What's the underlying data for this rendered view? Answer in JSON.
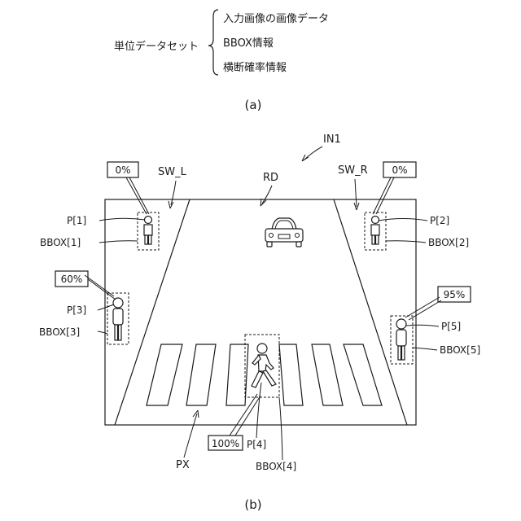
{
  "part_a": {
    "root_label": "単位データセット",
    "items": [
      "入力画像の画像データ",
      "BBOX情報",
      "横断確率情報"
    ],
    "caption": "(a)"
  },
  "part_b": {
    "caption": "(b)",
    "image_label": "IN1",
    "road_label": "RD",
    "sidewalk_left": "SW_L",
    "sidewalk_right": "SW_R",
    "crosswalk_label": "PX",
    "pedestrians": [
      {
        "id": "P[1]",
        "bbox": "BBOX[1]",
        "prob": "0%"
      },
      {
        "id": "P[2]",
        "bbox": "BBOX[2]",
        "prob": "0%"
      },
      {
        "id": "P[3]",
        "bbox": "BBOX[3]",
        "prob": "60%"
      },
      {
        "id": "P[4]",
        "bbox": "BBOX[4]",
        "prob": "100%"
      },
      {
        "id": "P[5]",
        "bbox": "BBOX[5]",
        "prob": "95%"
      }
    ]
  }
}
